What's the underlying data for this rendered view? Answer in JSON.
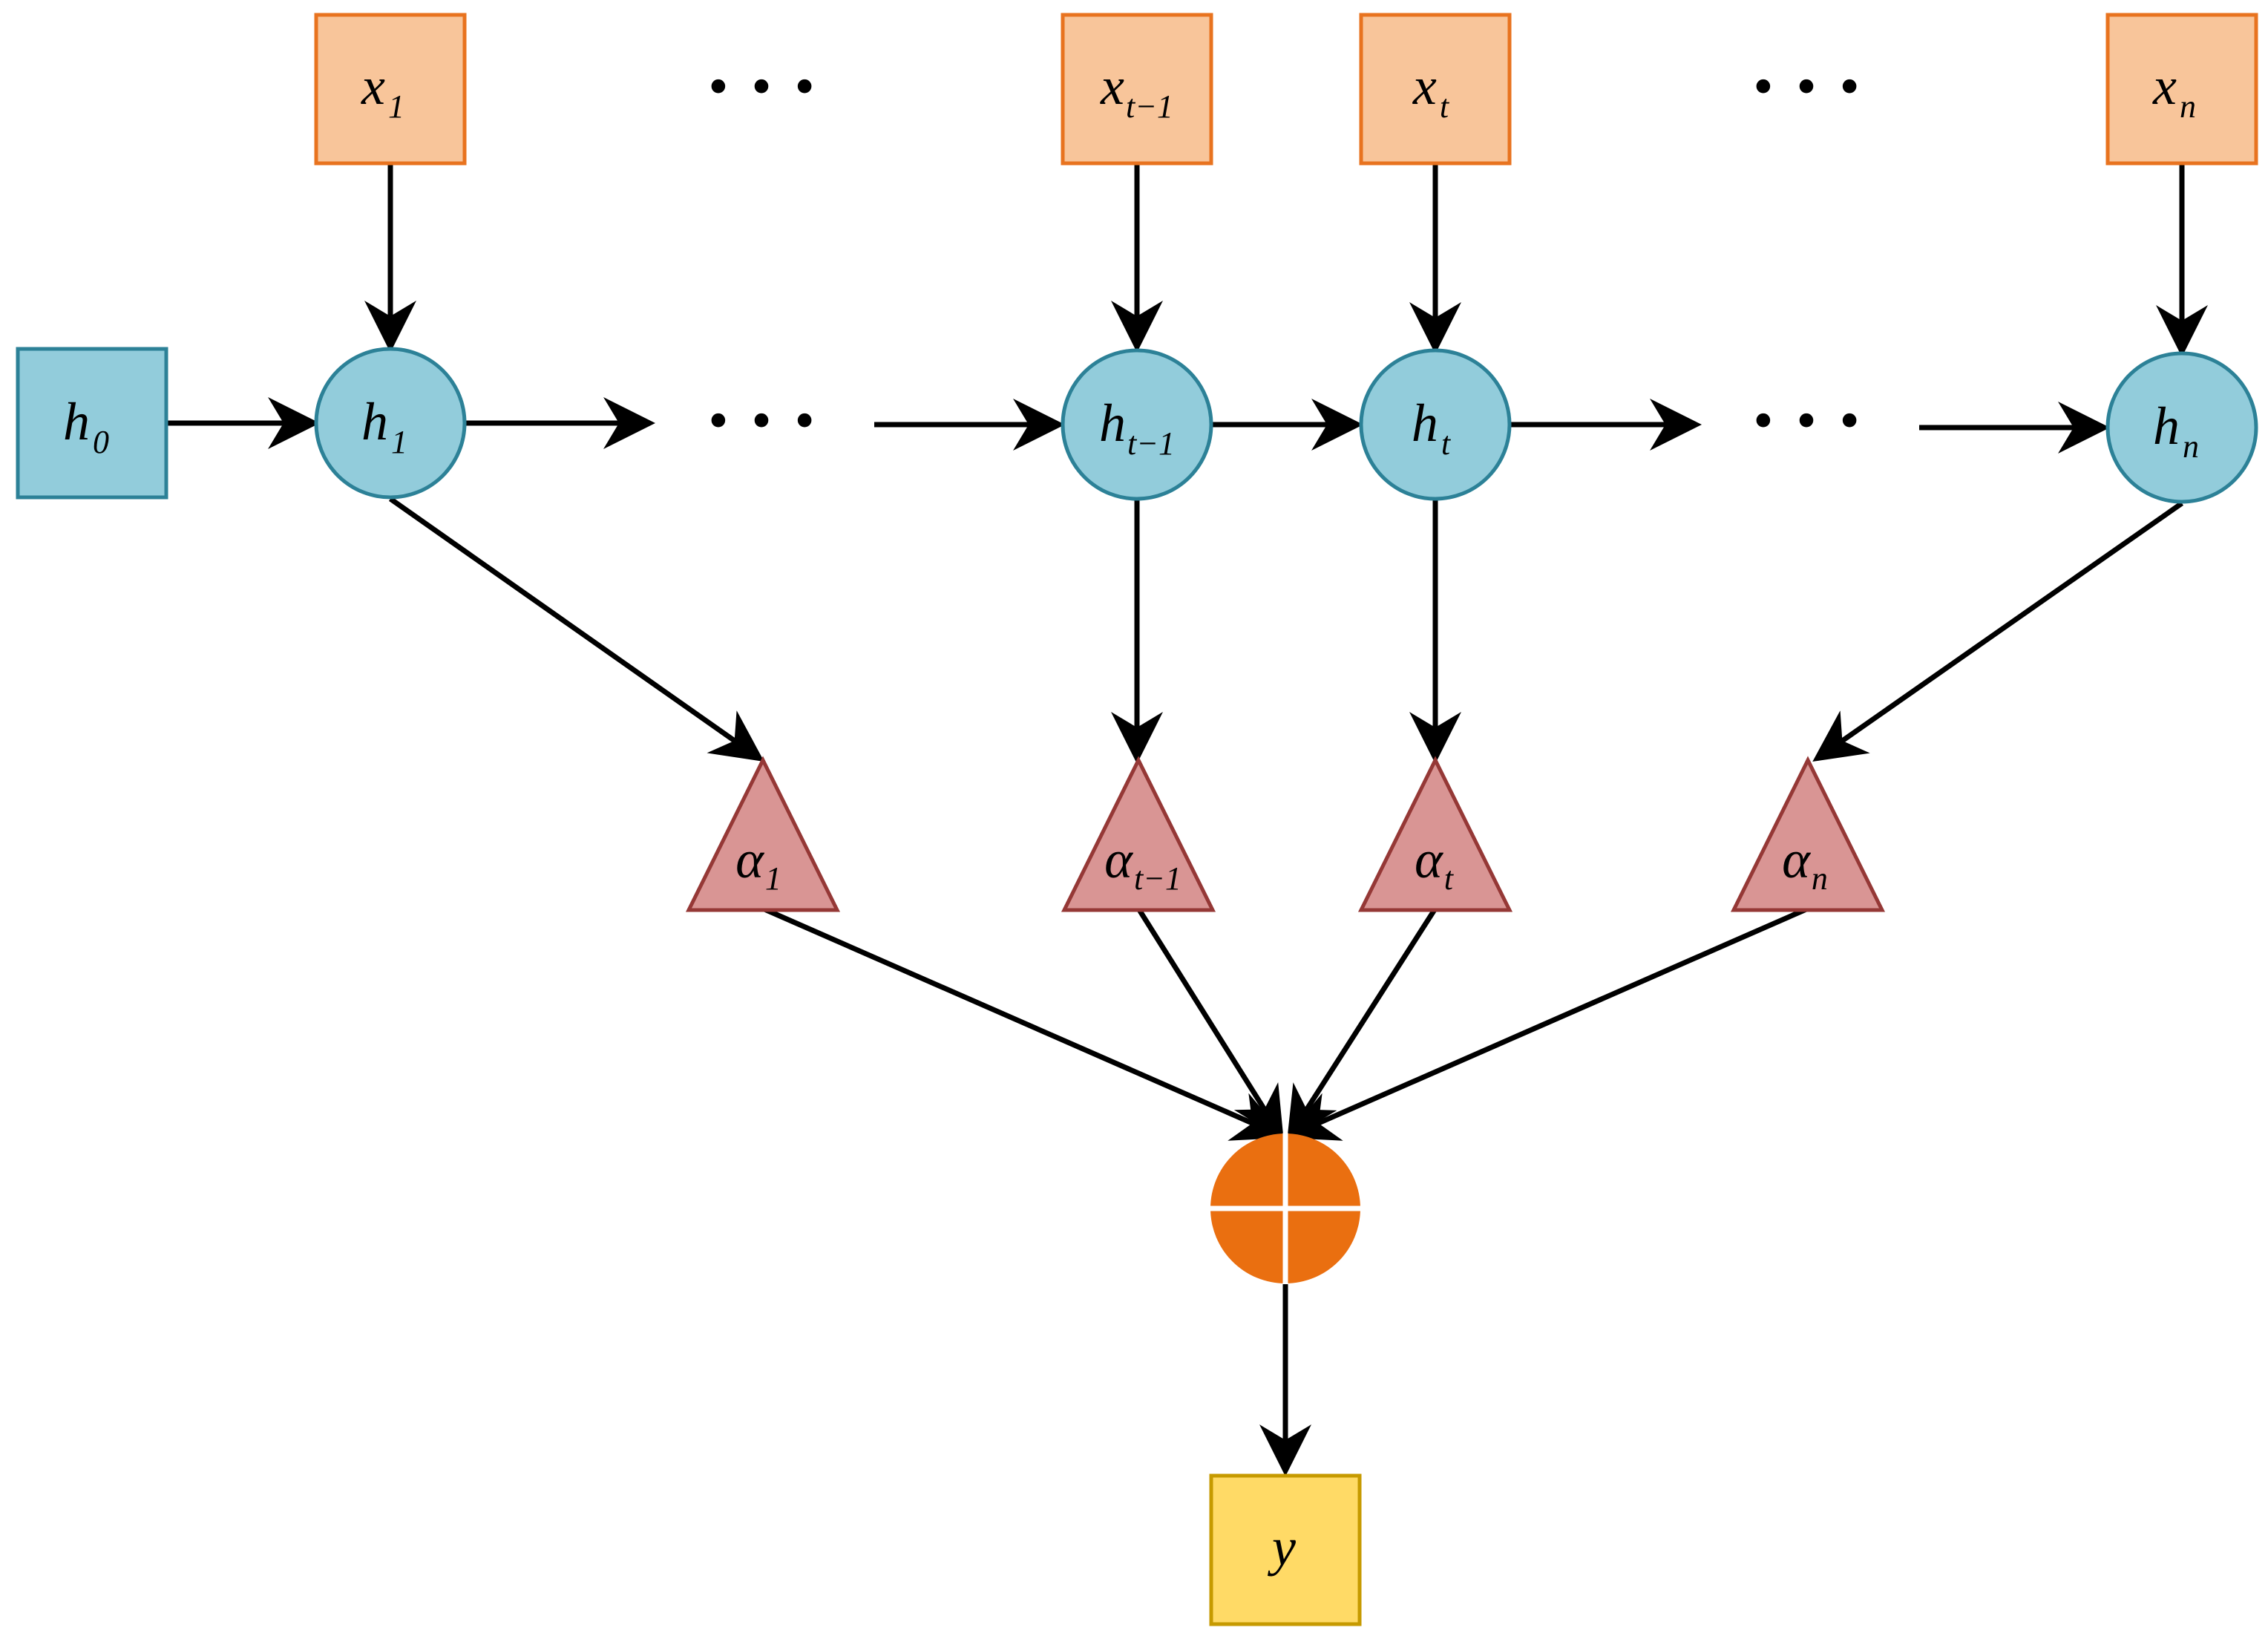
{
  "colors": {
    "input_fill": "#f8c59a",
    "input_stroke": "#e8731f",
    "hidden_fill": "#92ccdb",
    "hidden_stroke": "#2c8197",
    "attention_fill": "#d99594",
    "attention_stroke": "#953836",
    "sum_fill": "#ea6f10",
    "output_fill": "#ffda66",
    "output_stroke": "#c69a00",
    "arrow": "#000000"
  },
  "inputs": [
    {
      "base": "x",
      "sub": "1"
    },
    {
      "base": "x",
      "sub": "t−1"
    },
    {
      "base": "x",
      "sub": "t"
    },
    {
      "base": "x",
      "sub": "n"
    }
  ],
  "initial_state": {
    "base": "h",
    "sub": "0"
  },
  "hidden_states": [
    {
      "base": "h",
      "sub": "1"
    },
    {
      "base": "h",
      "sub": "t−1"
    },
    {
      "base": "h",
      "sub": "t"
    },
    {
      "base": "h",
      "sub": "n"
    }
  ],
  "attention_weights": [
    {
      "base": "α",
      "sub": "1"
    },
    {
      "base": "α",
      "sub": "t−1"
    },
    {
      "base": "α",
      "sub": "t"
    },
    {
      "base": "α",
      "sub": "n"
    }
  ],
  "ellipsis": "• • •",
  "aggregation_icon": "weighted-sum-circle-icon",
  "output": {
    "base": "y"
  }
}
